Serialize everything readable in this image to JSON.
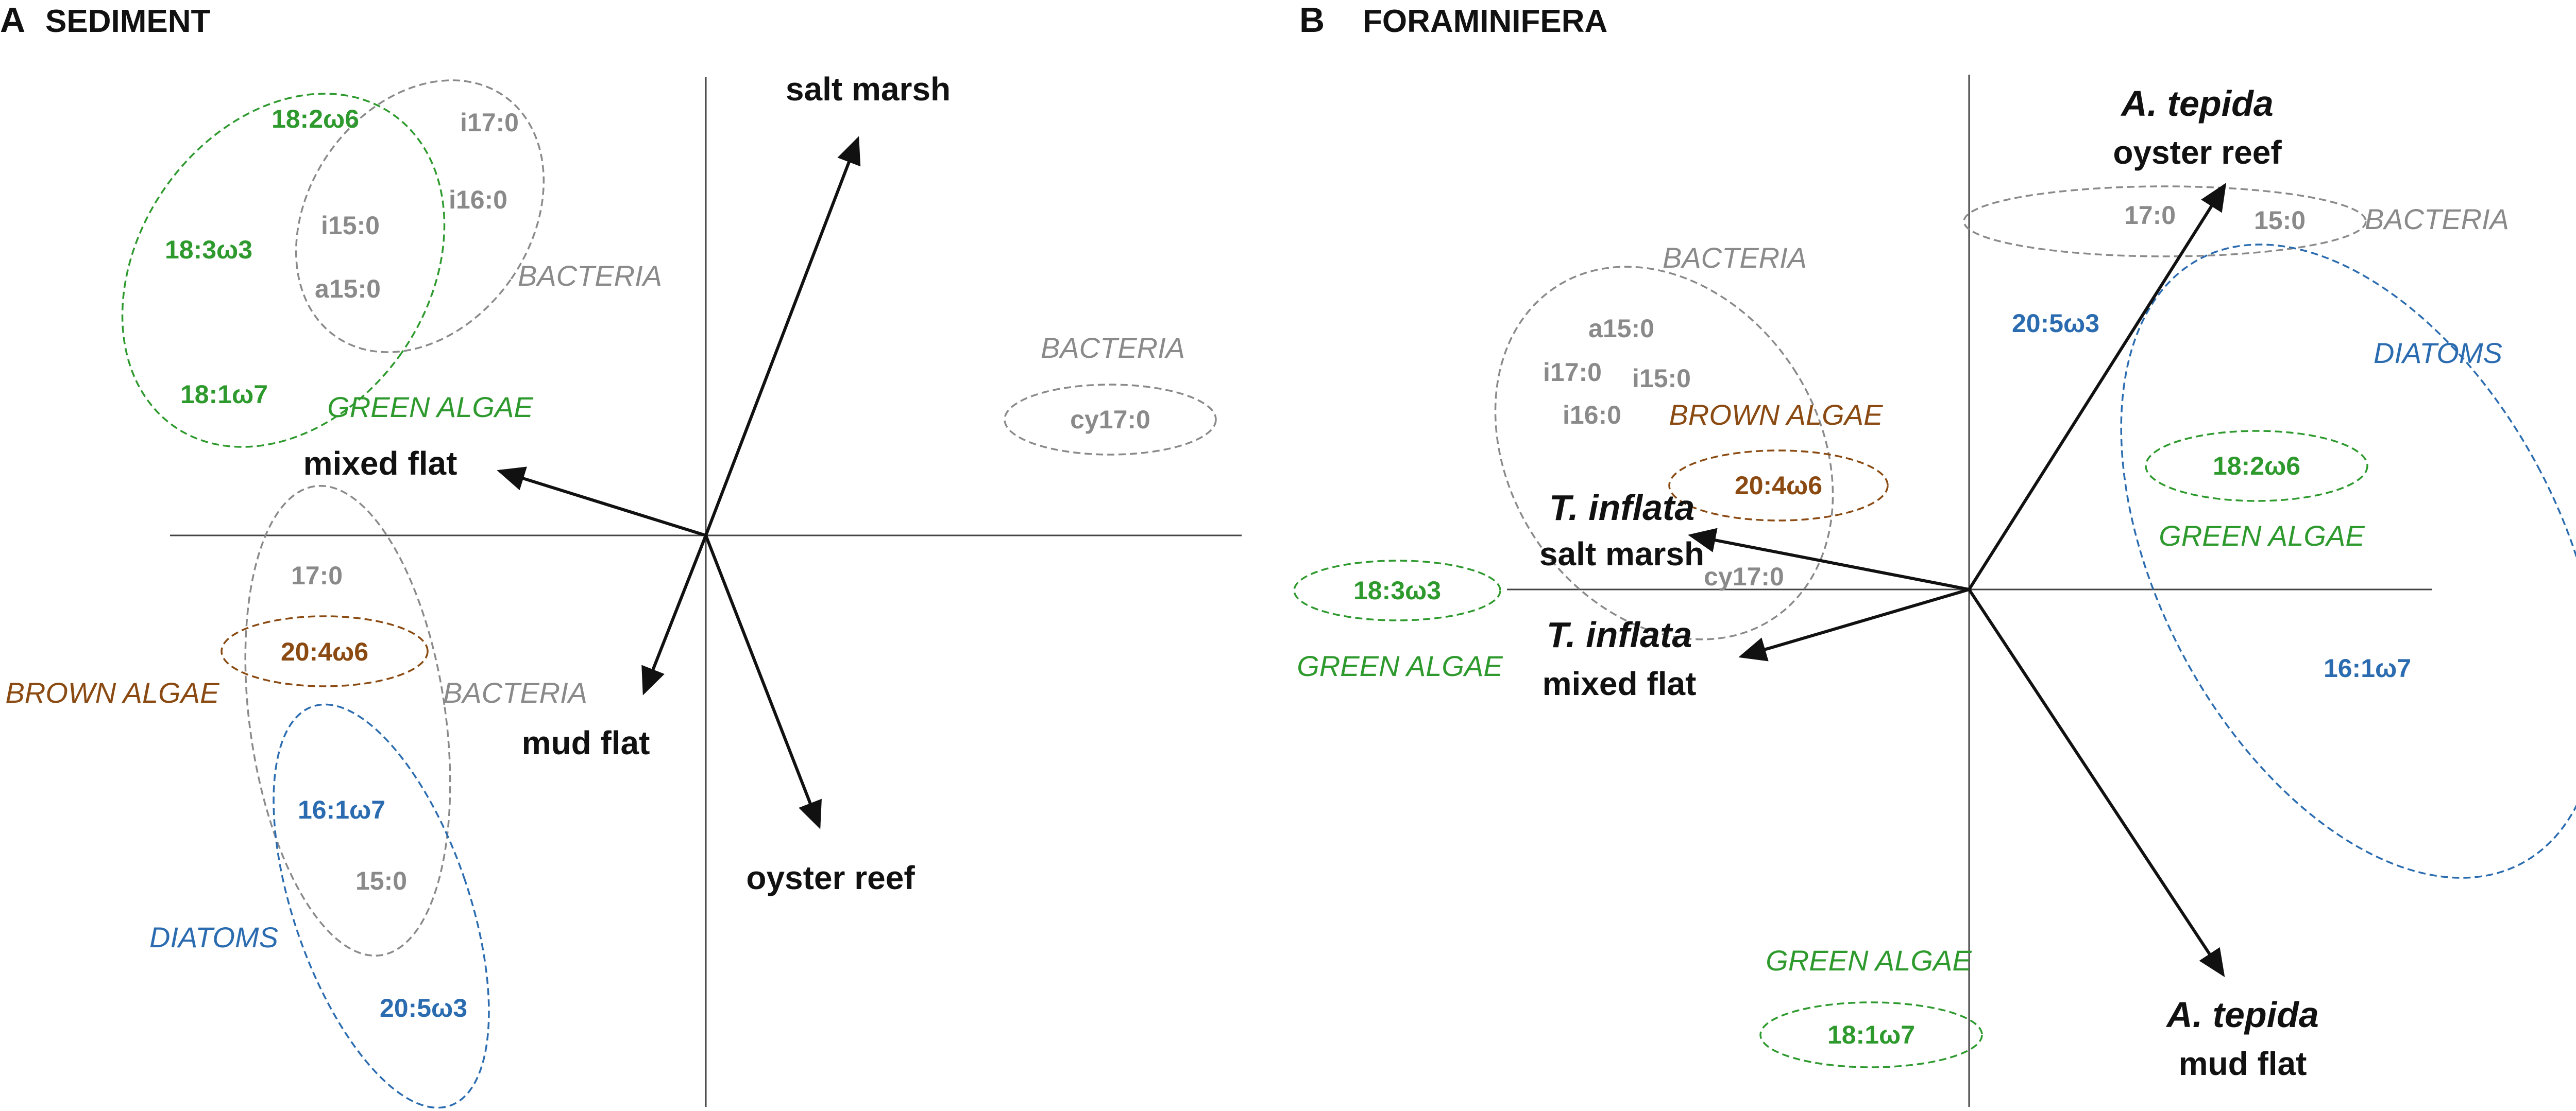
{
  "colors": {
    "bacteria": "#8a8a8a",
    "green_algae": "#2e9a2e",
    "diatoms": "#2b6cb0",
    "brown_algae": "#8a4a12",
    "axis": "#444444",
    "arrow": "#111111"
  },
  "panel_a": {
    "letter": "A",
    "title": "SEDIMENT",
    "arrows": {
      "salt_marsh": "salt marsh",
      "mixed_flat": "mixed flat",
      "mud_flat": "mud flat",
      "oyster_reef": "oyster reef"
    },
    "groups": {
      "green_algae": "GREEN ALGAE",
      "bacteria_top": "BACTERIA",
      "bacteria_right": "BACTERIA",
      "brown_algae": "BROWN ALGAE",
      "bacteria_bottom": "BACTERIA",
      "diatoms": "DIATOMS"
    },
    "fatty_acids": {
      "f18_2w6": "18:2ω6",
      "f18_3w3": "18:3ω3",
      "f18_1w7": "18:1ω7",
      "i17_0": "i17:0",
      "i16_0": "i16:0",
      "i15_0": "i15:0",
      "a15_0": "a15:0",
      "cy17_0": "cy17:0",
      "f17_0": "17:0",
      "f20_4w6": "20:4ω6",
      "f16_1w7": "16:1ω7",
      "f15_0": "15:0",
      "f20_5w3": "20:5ω3"
    }
  },
  "panel_b": {
    "letter": "B",
    "title": "FORAMINIFERA",
    "arrows": {
      "a_tepida_oyster_species": "A. tepida",
      "a_tepida_oyster_site": "oyster reef",
      "t_inflata_salt_species": "T. inflata",
      "t_inflata_salt_site": "salt marsh",
      "t_inflata_mixed_species": "T. inflata",
      "t_inflata_mixed_site": "mixed flat",
      "a_tepida_mud_species": "A. tepida",
      "a_tepida_mud_site": "mud flat"
    },
    "groups": {
      "bacteria_top": "BACTERIA",
      "bacteria_left": "BACTERIA",
      "diatoms": "DIATOMS",
      "brown_algae": "BROWN ALGAE",
      "green_algae_right": "GREEN ALGAE",
      "green_algae_left": "GREEN ALGAE",
      "green_algae_bottom": "GREEN ALGAE"
    },
    "fatty_acids": {
      "f17_0": "17:0",
      "f15_0": "15:0",
      "f20_5w3": "20:5ω3",
      "f18_2w6": "18:2ω6",
      "f16_1w7": "16:1ω7",
      "a15_0": "a15:0",
      "i17_0": "i17:0",
      "i15_0": "i15:0",
      "i16_0": "i16:0",
      "f20_4w6": "20:4ω6",
      "cy17_0": "cy17:0",
      "f18_3w3": "18:3ω3",
      "f18_1w7": "18:1ω7"
    }
  }
}
